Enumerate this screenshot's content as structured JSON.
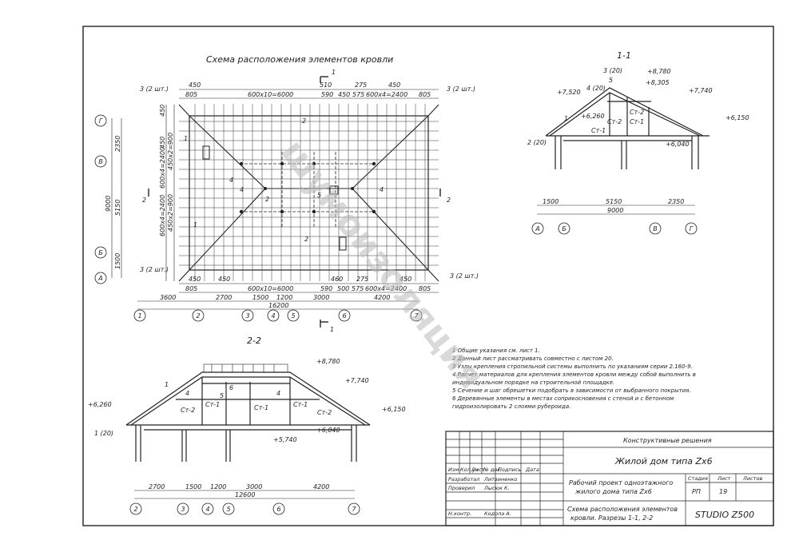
{
  "plan": {
    "title": "Схема расположения элементов кровли",
    "dims_top1": [
      "450",
      "805",
      "510",
      "275",
      "450",
      "805"
    ],
    "dims_top2": [
      "600х10=6000",
      "590",
      "450",
      "575",
      "600х4=2400"
    ],
    "dims_bot1": [
      "450",
      "450",
      "460",
      "275",
      "450"
    ],
    "dims_bot2": [
      "805",
      "600х10=6000",
      "590",
      "500",
      "575",
      "600х4=2400",
      "805"
    ],
    "dims_axis": [
      "3600",
      "2700",
      "1500",
      "1200",
      "3000",
      "4200"
    ],
    "dim_total": "16200",
    "left_dims": [
      "2350",
      "5150",
      "9000",
      "1500"
    ],
    "left_inner": [
      "450",
      "450х2=900",
      "450",
      "600х4=2400",
      "450х2=900",
      "600х4=2400"
    ],
    "callouts": [
      "3 (2 шт.)",
      "3 (2 шт.)",
      "3 (2 шт.)",
      "3 (2 шт.)"
    ],
    "marks": [
      "1",
      "2",
      "4",
      "4",
      "5",
      "4",
      "2",
      "1",
      "2"
    ],
    "row_axes": [
      "Г",
      "В",
      "Б",
      "А"
    ],
    "col_axes": [
      "1",
      "2",
      "3",
      "4",
      "5",
      "6",
      "7"
    ],
    "section_marks": [
      "1",
      "1",
      "2",
      "2"
    ]
  },
  "section11": {
    "title": "1-1",
    "levels": [
      "+8,780",
      "+8,305",
      "+7,740",
      "+7,520",
      "+6,260",
      "+6,150",
      "+6,040"
    ],
    "labels": [
      "3 (20)",
      "5",
      "4 (20)",
      "Ст-2",
      "Ст-1",
      "Ст-2",
      "Ст-1",
      "1",
      "2 (20)"
    ],
    "dims": [
      "1500",
      "5150",
      "2350"
    ],
    "dim_total": "9000",
    "axes": [
      "А",
      "Б",
      "В",
      "Г"
    ]
  },
  "section22": {
    "title": "2-2",
    "levels": [
      "+8,780",
      "+7,740",
      "+6,260",
      "+6,150",
      "+5,740",
      "+6,040"
    ],
    "labels": [
      "1",
      "4",
      "6",
      "5",
      "4",
      "Ст-2",
      "Ст-1",
      "Ст-1",
      "Ст-2",
      "Ст-1",
      "1 (20)"
    ],
    "dims": [
      "2700",
      "1500",
      "1200",
      "3000",
      "4200"
    ],
    "dim_total": "12600",
    "axes": [
      "2",
      "3",
      "4",
      "5",
      "6",
      "7"
    ]
  },
  "notes": [
    "1 Общие указания см. лист 1.",
    "2 Данный лист рассматривать совместно с листом 20.",
    "3 Узлы крепления стропильной системы выполнить по указаниям серии 2.160-9.",
    "4 Расчет материалов для крепления элементов кровли между собой выполнить в",
    "индивидуальном порядке на строительной площадке.",
    "5 Сечение и шаг обрешетки подобрать в зависимости от выбранного покрытия.",
    "6 Деревянные элементы в местах соприкосновения с стеной и с бетонном",
    "гидроизолировать 2 слоями рубероида."
  ],
  "watermark": "шумоизоляция",
  "stamp": {
    "section": "Конструктивные решения",
    "building": "Жилой дом типа Zх6",
    "headers": [
      "Изм.",
      "Кол.уч",
      "Лист",
      "№ док",
      "Подпись",
      "Дата"
    ],
    "roles": [
      "Разработал",
      "Проверил",
      "",
      "Н.контр."
    ],
    "names": [
      "Литвиненко",
      "Лысюк К.",
      "",
      "Кодола А."
    ],
    "project": [
      "Рабочий проект одноэтажного",
      "жилого дома типа Zх6"
    ],
    "stage_headers": [
      "Стадия",
      "Лист",
      "Листов"
    ],
    "stage_values": [
      "РП",
      "19",
      ""
    ],
    "sheet_title": [
      "Схема расположения элементов",
      "кровли. Разрезы 1-1, 2-2"
    ],
    "studio": "STUDIO Z500"
  }
}
